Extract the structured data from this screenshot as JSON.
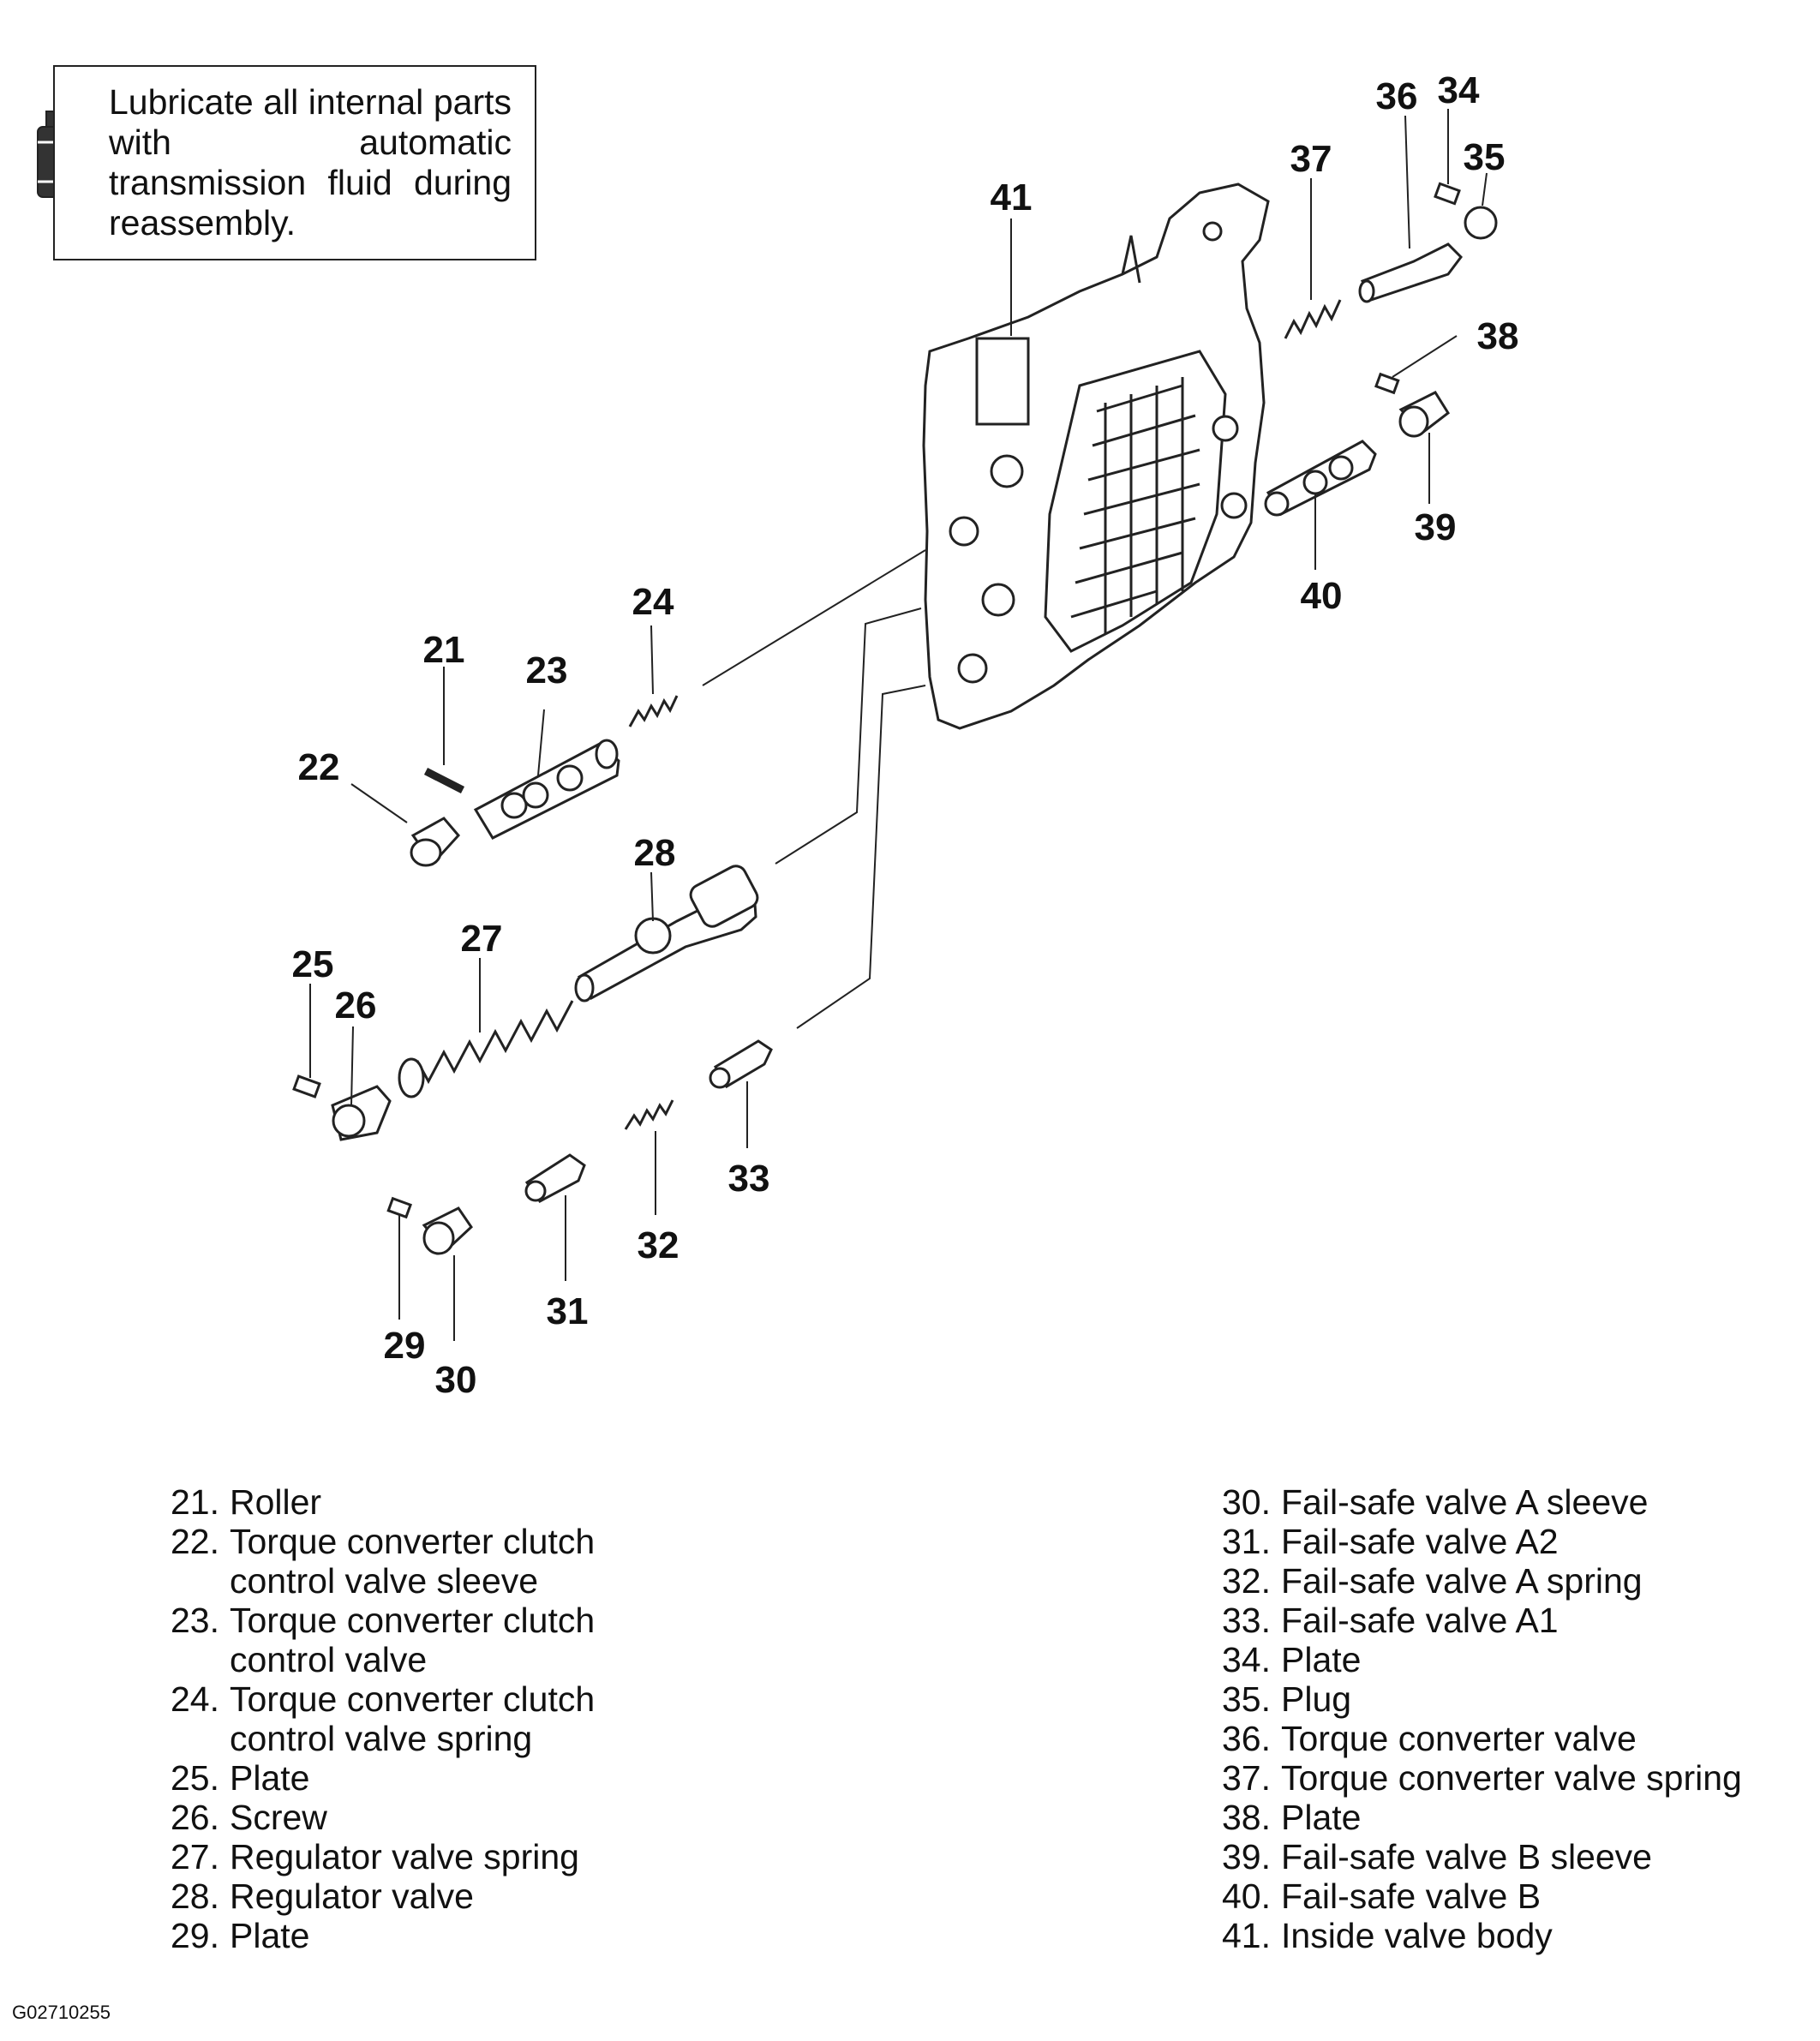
{
  "note": {
    "text": "Lubricate all internal parts with automatic transmission fluid during reassembly.",
    "icon": "fluid-bottle-icon"
  },
  "callouts": [
    "21",
    "22",
    "23",
    "24",
    "25",
    "26",
    "27",
    "28",
    "29",
    "30",
    "31",
    "32",
    "33",
    "34",
    "35",
    "36",
    "37",
    "38",
    "39",
    "40",
    "41"
  ],
  "legend": {
    "left": [
      {
        "num": "21.",
        "label": "Roller"
      },
      {
        "num": "22.",
        "label": "Torque converter clutch control valve sleeve"
      },
      {
        "num": "23.",
        "label": "Torque converter clutch control valve"
      },
      {
        "num": "24.",
        "label": "Torque converter clutch control valve spring"
      },
      {
        "num": "25.",
        "label": "Plate"
      },
      {
        "num": "26.",
        "label": "Screw"
      },
      {
        "num": "27.",
        "label": "Regulator valve spring"
      },
      {
        "num": "28.",
        "label": "Regulator valve"
      },
      {
        "num": "29.",
        "label": "Plate"
      }
    ],
    "right": [
      {
        "num": "30.",
        "label": "Fail-safe valve A sleeve"
      },
      {
        "num": "31.",
        "label": "Fail-safe valve A2"
      },
      {
        "num": "32.",
        "label": "Fail-safe valve A spring"
      },
      {
        "num": "33.",
        "label": "Fail-safe valve A1"
      },
      {
        "num": "34.",
        "label": "Plate"
      },
      {
        "num": "35.",
        "label": "Plug"
      },
      {
        "num": "36.",
        "label": "Torque converter valve"
      },
      {
        "num": "37.",
        "label": "Torque converter valve spring"
      },
      {
        "num": "38.",
        "label": "Plate"
      },
      {
        "num": "39.",
        "label": "Fail-safe valve B sleeve"
      },
      {
        "num": "40.",
        "label": "Fail-safe valve B"
      },
      {
        "num": "41.",
        "label": "Inside valve body"
      }
    ]
  },
  "figure_code": "G02710255"
}
